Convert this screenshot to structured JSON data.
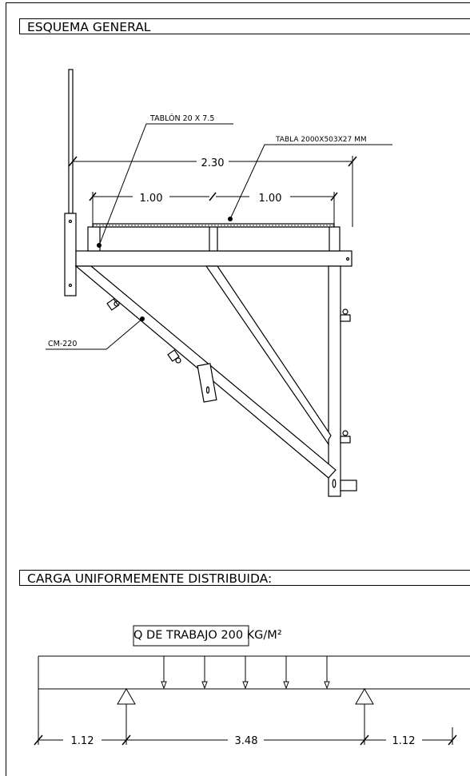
{
  "sections": {
    "general_title": "ESQUEMA GENERAL",
    "load_title": "CARGA UNIFORMEMENTE DISTRIBUIDA:"
  },
  "scheme": {
    "overall_dim": "2.30",
    "span_left": "1.00",
    "span_right": "1.00",
    "label_tablon": "TABLÓN 20 X 7.5",
    "label_tabla": "TABLA 2000X503X27 MM",
    "label_bracket": "CM-220"
  },
  "load": {
    "box_label": "Q DE TRABAJO 200 KG/M²",
    "dim_left": "1.12",
    "dim_center": "3.48",
    "dim_right": "1.12"
  }
}
